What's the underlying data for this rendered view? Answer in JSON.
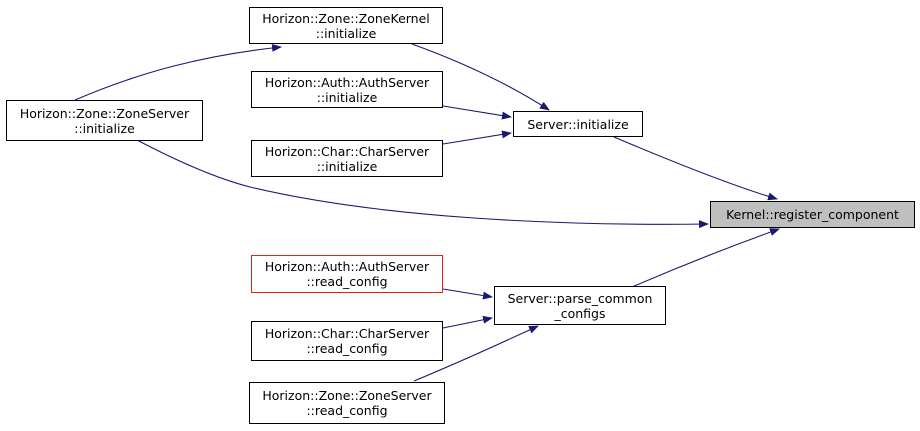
{
  "colors": {
    "edge": "#191970",
    "node_border": "#000000",
    "node_border_red": "#e8201b",
    "focus_fill": "#bfbfbf"
  },
  "nodes": {
    "zone_kernel_initialize": {
      "line1": "Horizon::Zone::ZoneKernel",
      "line2": "::initialize"
    },
    "auth_server_initialize": {
      "line1": "Horizon::Auth::AuthServer",
      "line2": "::initialize"
    },
    "char_server_initialize": {
      "line1": "Horizon::Char::CharServer",
      "line2": "::initialize"
    },
    "zone_server_initialize": {
      "line1": "Horizon::Zone::ZoneServer",
      "line2": "::initialize"
    },
    "server_initialize": {
      "line1": "Server::initialize"
    },
    "kernel_register_component": {
      "line1": "Kernel::register_component"
    },
    "auth_server_read_config": {
      "line1": "Horizon::Auth::AuthServer",
      "line2": "::read_config"
    },
    "char_server_read_config": {
      "line1": "Horizon::Char::CharServer",
      "line2": "::read_config"
    },
    "zone_server_read_config": {
      "line1": "Horizon::Zone::ZoneServer",
      "line2": "::read_config"
    },
    "server_parse_common_configs": {
      "line1": "Server::parse_common",
      "line2": "_configs"
    }
  }
}
